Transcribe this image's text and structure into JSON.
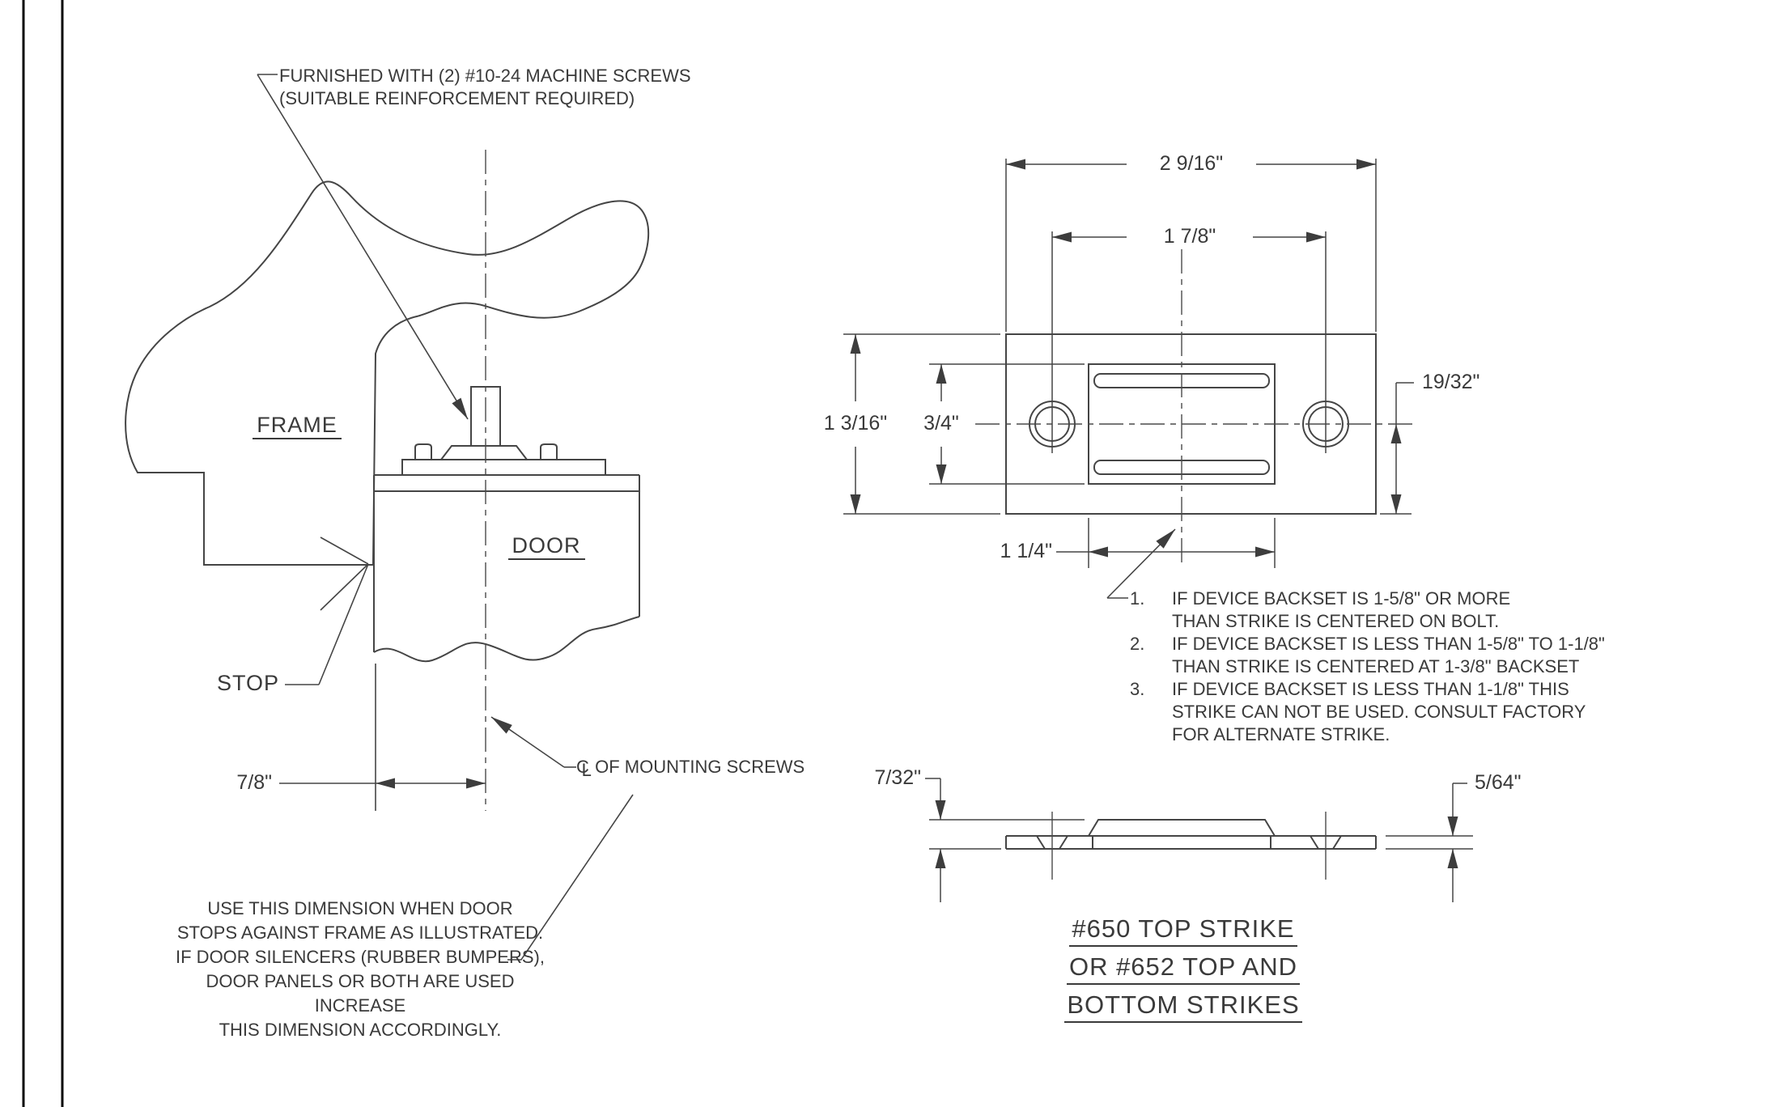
{
  "left_view": {
    "furnished_note": {
      "line1": "FURNISHED WITH (2) #10-24 MACHINE SCREWS",
      "line2": "(SUITABLE REINFORCEMENT REQUIRED)"
    },
    "frame_label": "FRAME",
    "door_label": "DOOR",
    "stop_label": "STOP",
    "cl_note": {
      "c": "C",
      "l": "L",
      "text": "OF MOUNTING SCREWS"
    },
    "dim_backset": "7/8\"",
    "paragraph": [
      "USE THIS DIMENSION WHEN DOOR",
      "STOPS AGAINST FRAME AS ILLUSTRATED.",
      "IF DOOR SILENCERS (RUBBER BUMPERS),",
      "DOOR PANELS OR BOTH ARE USED INCREASE",
      "THIS DIMENSION ACCORDINGLY."
    ]
  },
  "top_view": {
    "dim_overall_width": "2 9/16\"",
    "dim_hole_spacing": "1 7/8\"",
    "dim_overall_height": "1 3/16\"",
    "dim_opening_height": "3/4\"",
    "dim_center_to_edge": "19/32\"",
    "dim_opening_width": "1 1/4\""
  },
  "notes": [
    {
      "num": "1.",
      "lines": [
        "IF DEVICE BACKSET IS 1-5/8\" OR MORE",
        "THAN STRIKE IS CENTERED ON BOLT."
      ]
    },
    {
      "num": "2.",
      "lines": [
        "IF DEVICE BACKSET IS LESS THAN 1-5/8\" TO 1-1/8\"",
        "THAN STRIKE IS CENTERED AT 1-3/8\" BACKSET"
      ]
    },
    {
      "num": "3.",
      "lines": [
        "IF DEVICE BACKSET IS LESS THAN 1-1/8\" THIS",
        "STRIKE CAN NOT BE USED. CONSULT FACTORY",
        "FOR ALTERNATE STRIKE."
      ]
    }
  ],
  "side_view": {
    "dim_height": "7/32\"",
    "dim_thickness": "5/64\"",
    "title": [
      "#650 TOP STRIKE",
      "OR #652 TOP AND",
      "BOTTOM STRIKES"
    ]
  }
}
